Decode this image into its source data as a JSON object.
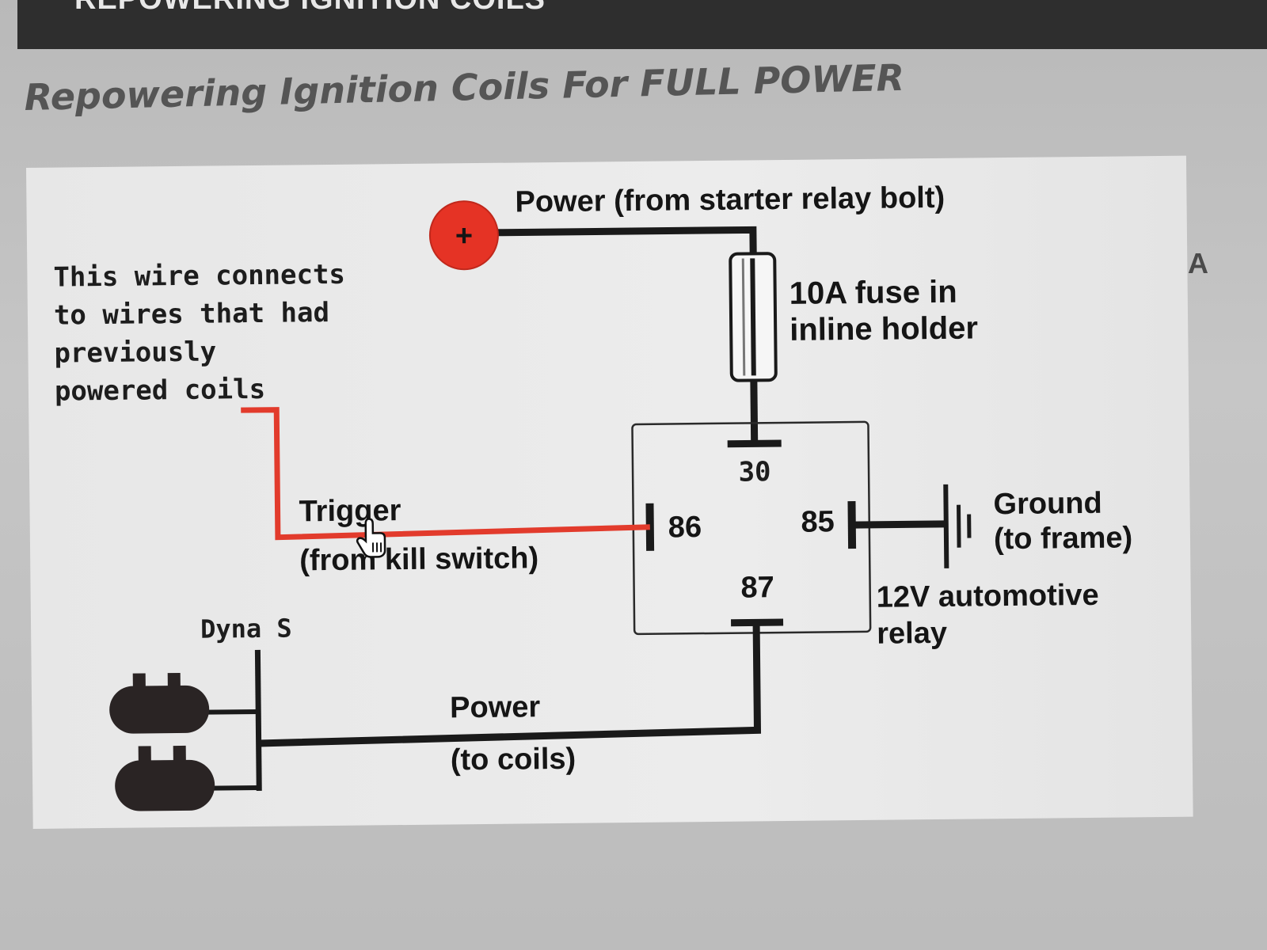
{
  "header": {
    "bar_text": "REPOWERING IGNITION COILS"
  },
  "page_title": "Repowering Ignition Coils For FULL POWER",
  "side_letter": "A",
  "diagram": {
    "power_source_symbol": "+",
    "power_source_label": "Power (from starter relay bolt)",
    "fuse_label": [
      "10A fuse in",
      "inline holder"
    ],
    "note_label": [
      "This wire connects",
      "to wires that had",
      "previously",
      "powered coils"
    ],
    "trigger_label": "Trigger",
    "trigger_sub_label": "(from kill switch)",
    "relay_pins": {
      "p30": "30",
      "p86": "86",
      "p85": "85",
      "p87": "87"
    },
    "ground_label": [
      "Ground",
      "(to frame)"
    ],
    "relay_label": [
      "12V automotive",
      "relay"
    ],
    "coil_label": "Dyna S",
    "power_out_label": "Power",
    "power_out_sub_label": "(to coils)"
  },
  "colors": {
    "wire_black": "#1a1a1a",
    "wire_red": "#e23b2c",
    "power_terminal": "#e53325",
    "coil_body": "#2a2424"
  }
}
